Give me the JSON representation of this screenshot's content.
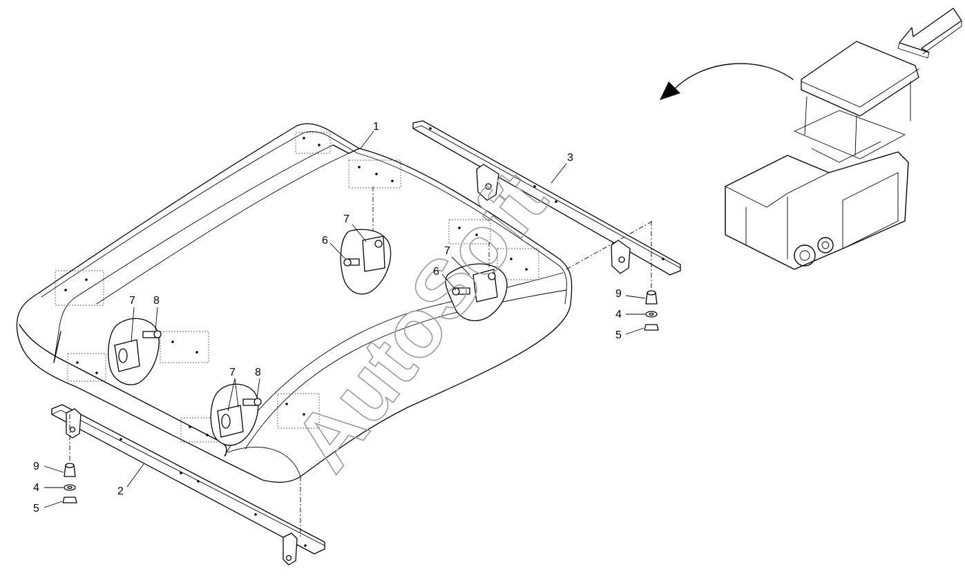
{
  "watermark": "AutoSoft",
  "callouts": {
    "c1": "1",
    "c2": "2",
    "c3": "3",
    "c4a": "4",
    "c4b": "4",
    "c5a": "5",
    "c5b": "5",
    "c6a": "6",
    "c6b": "6",
    "c7a": "7",
    "c7b": "7",
    "c7c": "7",
    "c7d": "7",
    "c8a": "8",
    "c8b": "8",
    "c9a": "9",
    "c9b": "9"
  },
  "icons": [
    "view-direction-arrow-icon",
    "rotation-arrow-icon"
  ]
}
